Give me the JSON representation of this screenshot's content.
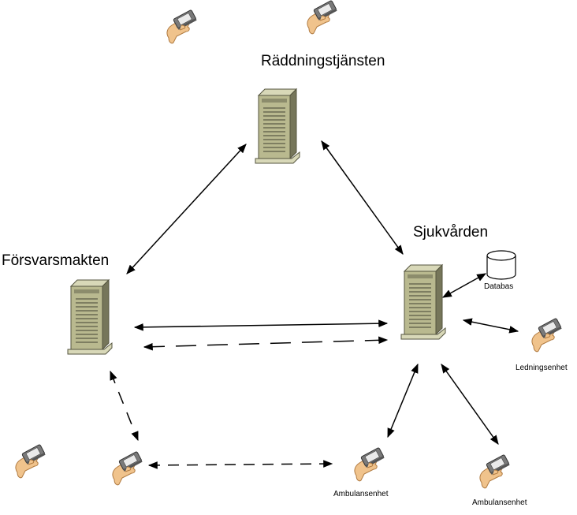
{
  "nodes": {
    "raddning": {
      "label": "Räddningstjänsten",
      "icon": "server-tower-icon"
    },
    "forsvar": {
      "label": "Försvarsmakten",
      "icon": "server-tower-icon"
    },
    "sjukvard": {
      "label": "Sjukvården",
      "icon": "server-tower-icon"
    },
    "databas": {
      "label": "Databas",
      "icon": "database-cylinder-icon"
    },
    "ledning": {
      "label": "Ledningsenhet",
      "icon": "handheld-device-icon"
    },
    "ambulans1": {
      "label": "Ambulansenhet",
      "icon": "handheld-device-icon"
    },
    "ambulans2": {
      "label": "Ambulansenhet",
      "icon": "handheld-device-icon"
    },
    "handheld_top_left": {
      "icon": "handheld-device-icon"
    },
    "handheld_top_right": {
      "icon": "handheld-device-icon"
    },
    "handheld_bottom_left": {
      "icon": "handheld-device-icon"
    },
    "handheld_forsvar": {
      "icon": "handheld-device-icon"
    }
  },
  "connections": [
    {
      "from": "forsvar",
      "to": "raddning",
      "style": "solid",
      "direction": "both"
    },
    {
      "from": "raddning",
      "to": "sjukvard",
      "style": "solid",
      "direction": "both"
    },
    {
      "from": "forsvar",
      "to": "sjukvard",
      "style": "solid",
      "direction": "both"
    },
    {
      "from": "forsvar",
      "to": "sjukvard",
      "style": "dashed",
      "direction": "both"
    },
    {
      "from": "sjukvard",
      "to": "databas",
      "style": "solid",
      "direction": "both"
    },
    {
      "from": "sjukvard",
      "to": "ledning",
      "style": "solid",
      "direction": "both"
    },
    {
      "from": "sjukvard",
      "to": "ambulans1",
      "style": "solid",
      "direction": "both"
    },
    {
      "from": "sjukvard",
      "to": "ambulans2",
      "style": "solid",
      "direction": "both"
    },
    {
      "from": "forsvar",
      "to": "handheld_forsvar",
      "style": "dashed",
      "direction": "both"
    },
    {
      "from": "handheld_forsvar",
      "to": "ambulans1",
      "style": "dashed",
      "direction": "both"
    }
  ],
  "colors": {
    "server_body": "#b9b98f",
    "server_dark": "#76765a",
    "server_light": "#d8d8b8",
    "hand": "#f0c38c",
    "hand_outline": "#b07a40",
    "device": "#8a8a8a",
    "screen": "#e8e8e8",
    "arrow": "#000000"
  }
}
